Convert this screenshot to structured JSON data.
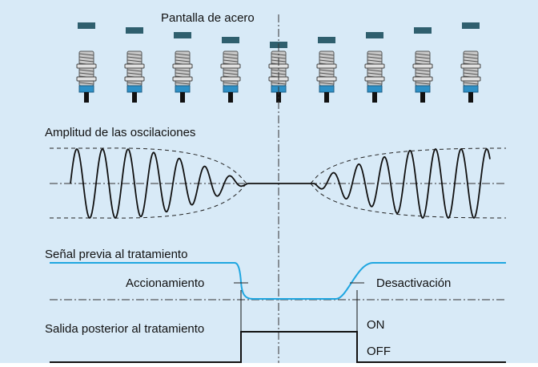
{
  "title": "Pantalla de acero",
  "labels": {
    "amplitude": "Amplitud de las oscilaciones",
    "signal": "Señal previa al tratamiento",
    "actuation": "Accionamiento",
    "deactivation": "Desactivación",
    "output": "Salida posterior al tratamiento",
    "on": "ON",
    "off": "OFF"
  },
  "sensor_count": 9,
  "colors": {
    "background": "#d8eaf7",
    "plate": "#2f5f6e",
    "signal": "#1fa6e0",
    "sensor_tip": "#2e90c6",
    "ink": "#111111"
  }
}
